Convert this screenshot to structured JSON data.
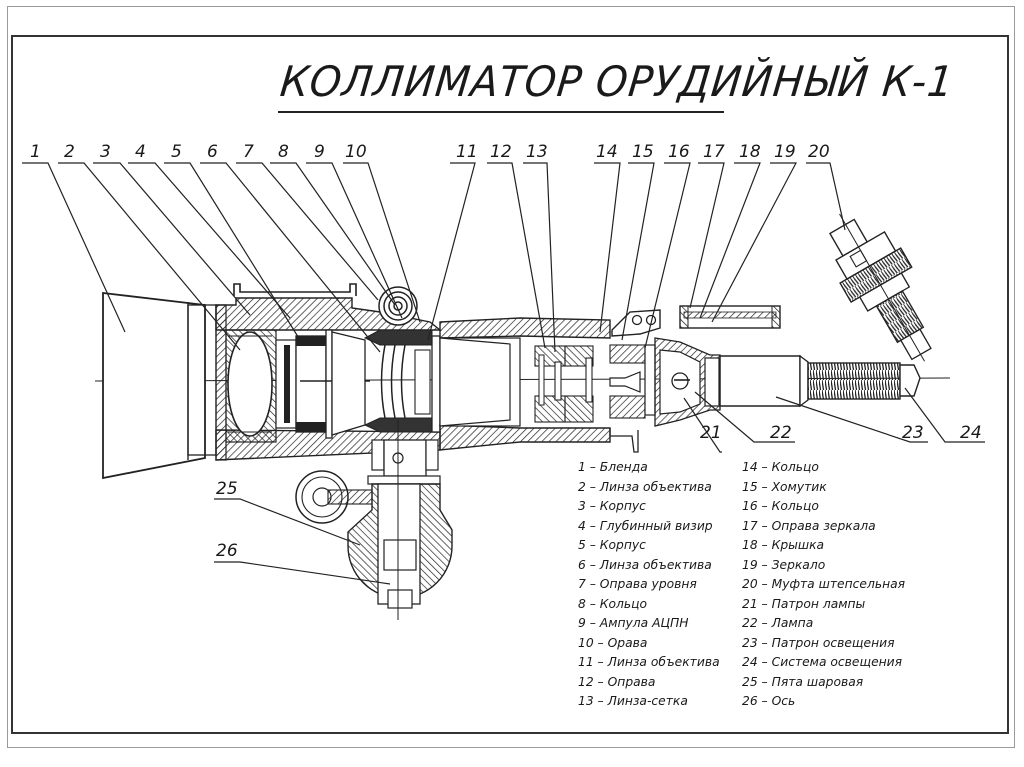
{
  "title": "КОЛЛИМАТОР ОРУДИЙНЫЙ К-1",
  "callouts": {
    "top": [
      "1",
      "2",
      "3",
      "4",
      "5",
      "6",
      "7",
      "8",
      "9",
      "10",
      "11",
      "12",
      "13",
      "14",
      "15",
      "16",
      "17",
      "18",
      "19",
      "20"
    ],
    "right_bottom": [
      "21",
      "22",
      "23",
      "24"
    ],
    "left_bottom": [
      "25",
      "26"
    ]
  },
  "legend": {
    "column_1": [
      {
        "num": "1",
        "label": "Бленда"
      },
      {
        "num": "2",
        "label": "Линза объектива"
      },
      {
        "num": "3",
        "label": "Корпус"
      },
      {
        "num": "4",
        "label": "Глубинный визир"
      },
      {
        "num": "5",
        "label": "Корпус"
      },
      {
        "num": "6",
        "label": "Линза объектива"
      },
      {
        "num": "7",
        "label": "Оправа уровня"
      },
      {
        "num": "8",
        "label": "Кольцо"
      },
      {
        "num": "9",
        "label": "Ампула АЦПН"
      },
      {
        "num": "10",
        "label": "Орава"
      },
      {
        "num": "11",
        "label": "Линза объектива"
      },
      {
        "num": "12",
        "label": "Оправа"
      },
      {
        "num": "13",
        "label": "Линза-сетка"
      }
    ],
    "column_2": [
      {
        "num": "14",
        "label": "Кольцо"
      },
      {
        "num": "15",
        "label": "Хомутик"
      },
      {
        "num": "16",
        "label": "Кольцо"
      },
      {
        "num": "17",
        "label": "Оправа зеркала"
      },
      {
        "num": "18",
        "label": "Крышка"
      },
      {
        "num": "19",
        "label": "Зеркало"
      },
      {
        "num": "20",
        "label": "Муфта штепсельная"
      },
      {
        "num": "21",
        "label": "Патрон лампы"
      },
      {
        "num": "22",
        "label": "Лампа"
      },
      {
        "num": "23",
        "label": "Патрон освещения"
      },
      {
        "num": "24",
        "label": "Система освещения"
      },
      {
        "num": "25",
        "label": "Пята шаровая"
      },
      {
        "num": "26",
        "label": "Ось"
      }
    ]
  }
}
